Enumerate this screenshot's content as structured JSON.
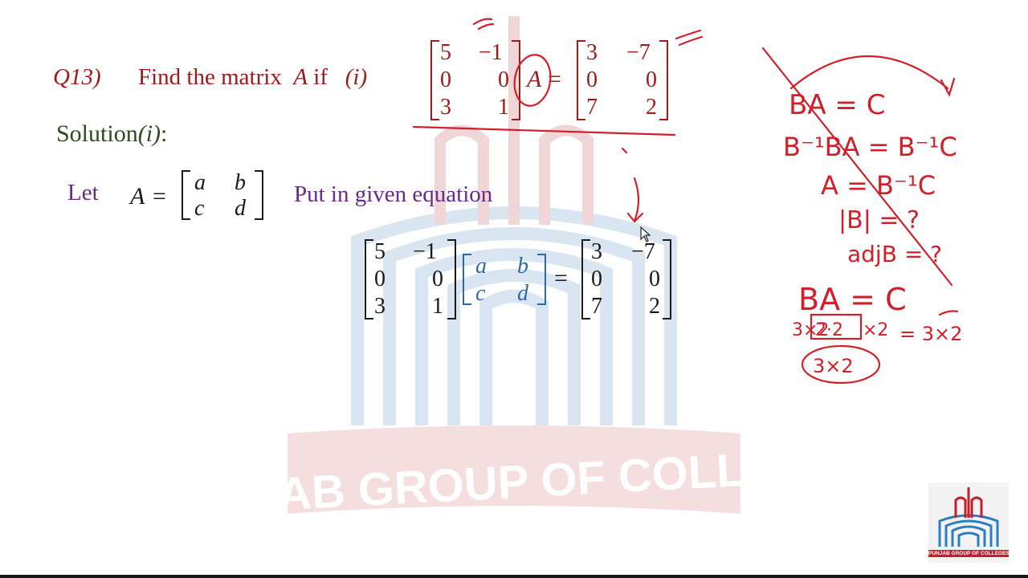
{
  "watermark": {
    "text": "PUNJAB GROUP OF COLLEGES"
  },
  "question": {
    "label": "Q13)",
    "text_prefix": "Find the matrix",
    "variable": "A",
    "text_if": "if",
    "part": "(i)",
    "matrix_B": [
      [
        "5",
        "−1"
      ],
      [
        "0",
        "0"
      ],
      [
        "3",
        "1"
      ]
    ],
    "equals": "=",
    "matrix_C": [
      [
        "3",
        "−7"
      ],
      [
        "0",
        "0"
      ],
      [
        "7",
        "2"
      ]
    ]
  },
  "solution": {
    "title": "Solution",
    "part": "(i)",
    "colon": ":"
  },
  "let_line": {
    "let_label": "Let",
    "var": "A",
    "equals": "=",
    "matrix_A": [
      [
        "a",
        "b"
      ],
      [
        "c",
        "d"
      ]
    ],
    "put_text": "Put in given equation"
  },
  "equation": {
    "left_matrix": [
      [
        "5",
        "−1"
      ],
      [
        "0",
        "0"
      ],
      [
        "3",
        "1"
      ]
    ],
    "mid_matrix": [
      [
        "a",
        "b"
      ],
      [
        "c",
        "d"
      ]
    ],
    "equals": "=",
    "right_matrix": [
      [
        "3",
        "−7"
      ],
      [
        "0",
        "0"
      ],
      [
        "7",
        "2"
      ]
    ]
  },
  "annotations": {
    "line1": "BA = C",
    "line2": "B⁻¹BA = B⁻¹C",
    "line3": "A = B⁻¹C",
    "line4": "|B| = ?",
    "line5": "adjB = ?",
    "line6": "BA = C",
    "line7_left": "3×2",
    "line7_mid": "2·2",
    "line7_right": "×2",
    "line7_eq": "= 3×2",
    "circled": "3×2"
  },
  "logo": {
    "caption": "PUNJAB GROUP OF COLLEGES"
  },
  "colors": {
    "question": "#a01a1a",
    "solution": "#2e4a1e",
    "let": "#6a2a8a",
    "matrix_blue": "#2f6aa8",
    "ink": "#d0202a",
    "watermark_red": "#e8b4b4",
    "watermark_blue": "#d5e4f0"
  }
}
